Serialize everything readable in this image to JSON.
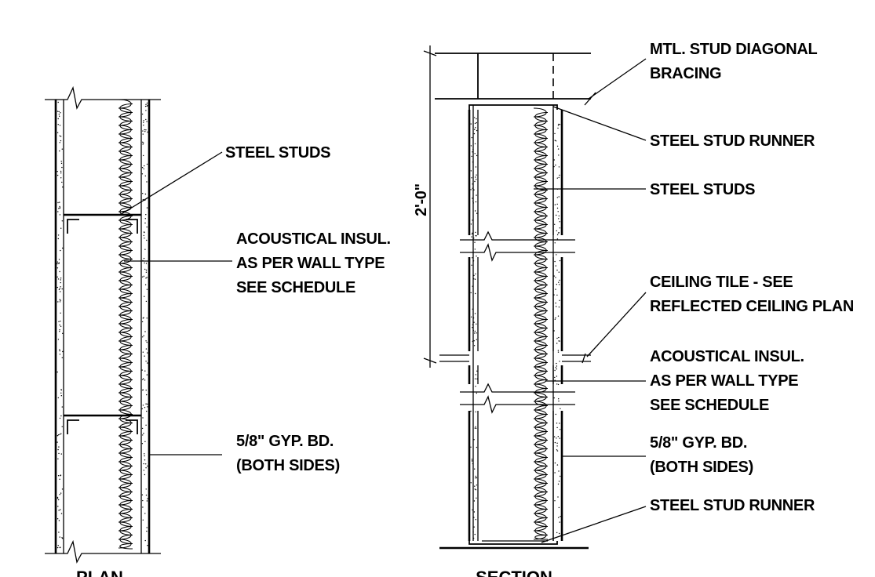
{
  "plan": {
    "title": "PLAN",
    "labels": {
      "steel_studs": "STEEL STUDS",
      "insul_1": "ACOUSTICAL INSUL.",
      "insul_2": "AS PER WALL TYPE",
      "insul_3": "SEE SCHEDULE",
      "gyp_1": "5/8\" GYP. BD.",
      "gyp_2": "(BOTH SIDES)"
    }
  },
  "section": {
    "title": "SECTION",
    "dimension": "2'-0\"",
    "labels": {
      "bracing_1": "MTL. STUD DIAGONAL",
      "bracing_2": "BRACING",
      "runner_top": "STEEL STUD RUNNER",
      "steel_studs": "STEEL STUDS",
      "ceiling_1": "CEILING TILE - SEE",
      "ceiling_2": "REFLECTED CEILING PLAN",
      "insul_1": "ACOUSTICAL INSUL.",
      "insul_2": "AS PER WALL TYPE",
      "insul_3": "SEE SCHEDULE",
      "gyp_1": "5/8\" GYP. BD.",
      "gyp_2": "(BOTH SIDES)",
      "runner_bottom": "STEEL STUD RUNNER"
    }
  }
}
